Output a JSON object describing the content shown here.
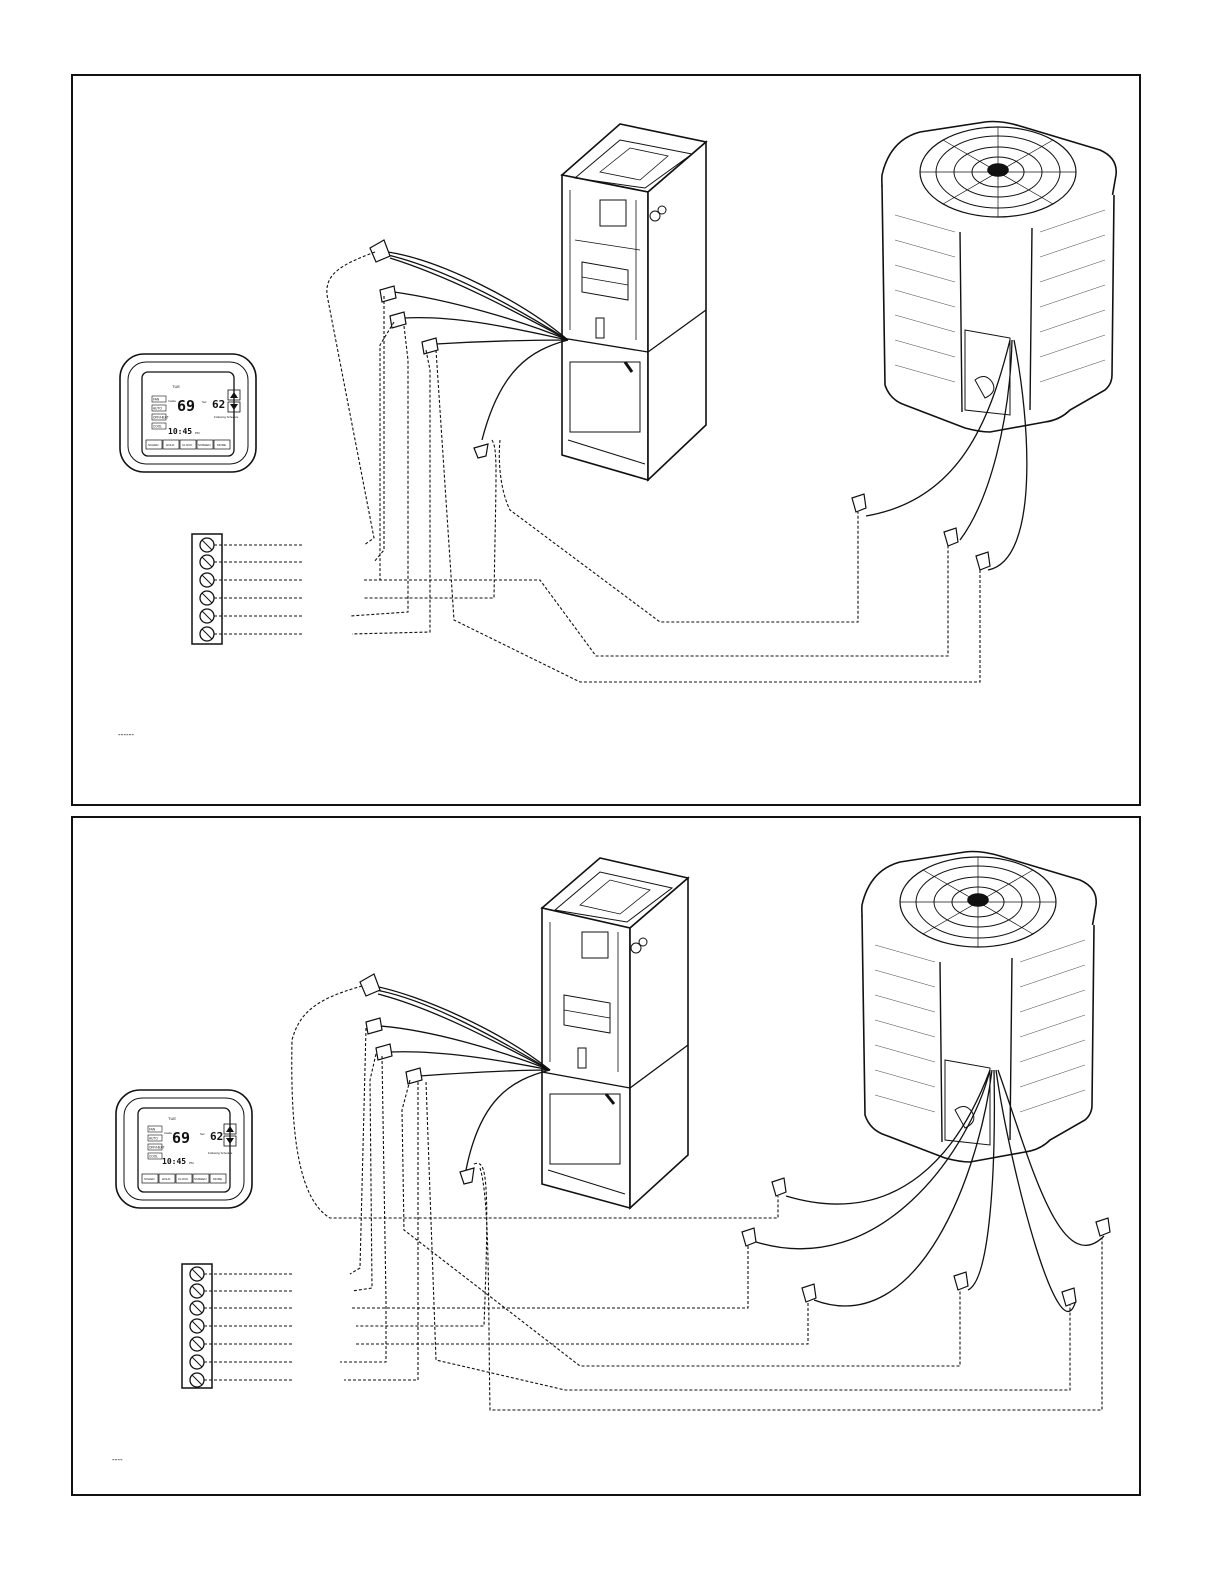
{
  "panels": [
    {
      "id": "top",
      "thermostat": {
        "top_tag": "TUE",
        "side_buttons": [
          "FAN",
          "AUTO",
          "OFF/HEAT",
          "COOL"
        ],
        "inside_label": "Inside",
        "inside_temp": "69",
        "set_label": "Set",
        "set_temp": "62",
        "status_text": "Following Schedule",
        "clock": "10:45",
        "clock_suffix": "PM",
        "bottom_buttons": [
          "SCHED",
          "HOLD",
          "CLOCK",
          "SCREEN",
          "MORE"
        ]
      },
      "legend_sample": "------"
    },
    {
      "id": "bottom",
      "thermostat": {
        "top_tag": "TUE",
        "side_buttons": [
          "FAN",
          "AUTO",
          "OFF/HEAT",
          "COOL"
        ],
        "inside_label": "Inside",
        "inside_temp": "69",
        "set_label": "Set",
        "set_temp": "62",
        "status_text": "Following Schedule",
        "clock": "10:45",
        "clock_suffix": "PM",
        "bottom_buttons": [
          "SCHED",
          "HOLD",
          "CLOCK",
          "SCREEN",
          "MORE"
        ]
      },
      "legend_sample": "----"
    }
  ],
  "colors": {
    "ink": "#111111",
    "background": "#ffffff"
  }
}
